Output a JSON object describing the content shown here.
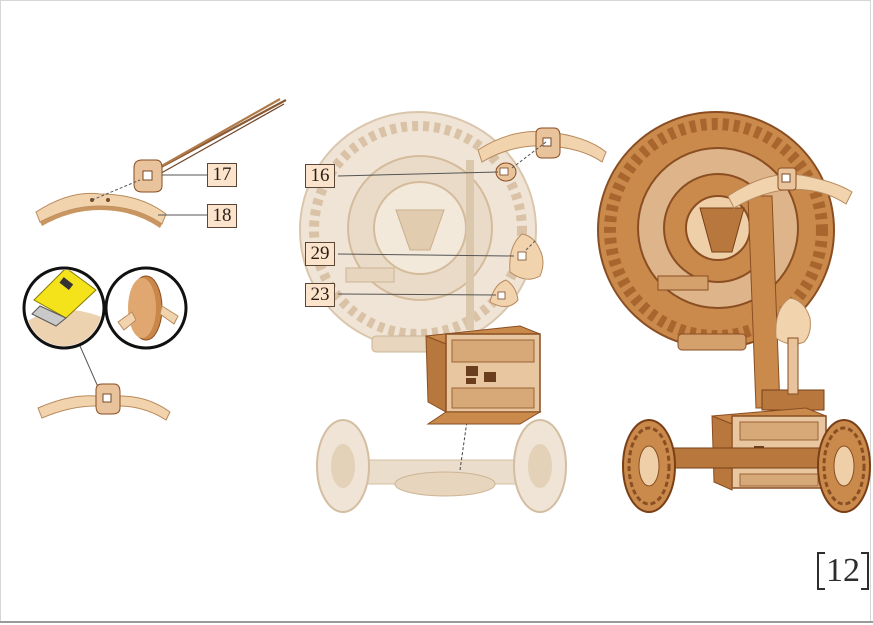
{
  "colors": {
    "wood_light": "#f3d7b6",
    "wood_mid": "#deb48a",
    "wood_dark": "#b7773d",
    "wood_edge": "#8a4e22",
    "faded": "#eadcc9",
    "label_bg": "#fbe3cc",
    "callout": "#555555",
    "knife_yellow": "#f4e21a"
  },
  "icons": {
    "knife": "utility-knife-icon",
    "sand": "sanding-detail-icon"
  },
  "labels": {
    "p17": "17",
    "p18": "18",
    "p16": "16",
    "p29": "29",
    "p23": "23"
  },
  "page_number": "12"
}
